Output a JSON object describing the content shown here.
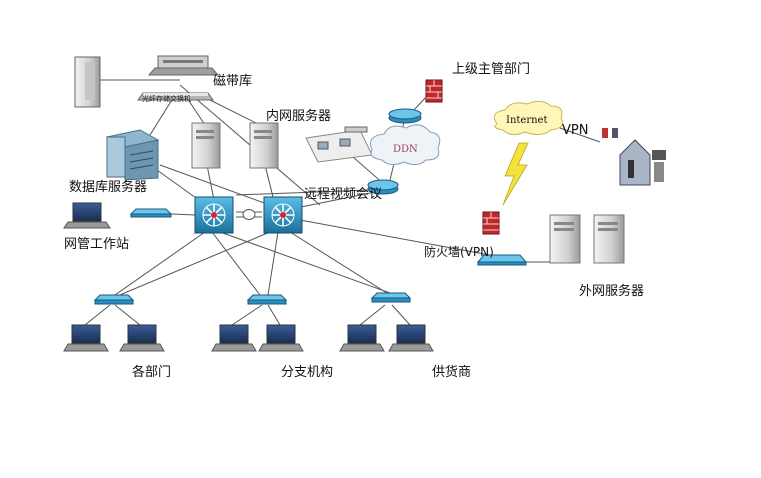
{
  "labels": {
    "tape_library": "磁带库",
    "fiber_switch": "光纤存储交换机",
    "intranet_server": "内网服务器",
    "superior_dept": "上级主管部门",
    "internet": "Internet",
    "vpn": "VPN",
    "ddn": "DDN",
    "database_server": "数据库服务器",
    "video_conference": "远程视频会议",
    "nms_workstation": "网管工作站",
    "firewall_vpn": "防火墙(VPN)",
    "extranet_server": "外网服务器",
    "departments": "各部门",
    "branches": "分支机构",
    "suppliers": "供货商"
  },
  "colors": {
    "line": "#555555",
    "switch_blue": "#2a8fc0",
    "firewall_red": "#c0282c",
    "cloud": "#fff6b8",
    "lightning": "#f2e23a",
    "server_gray": "#d8d8d8"
  }
}
